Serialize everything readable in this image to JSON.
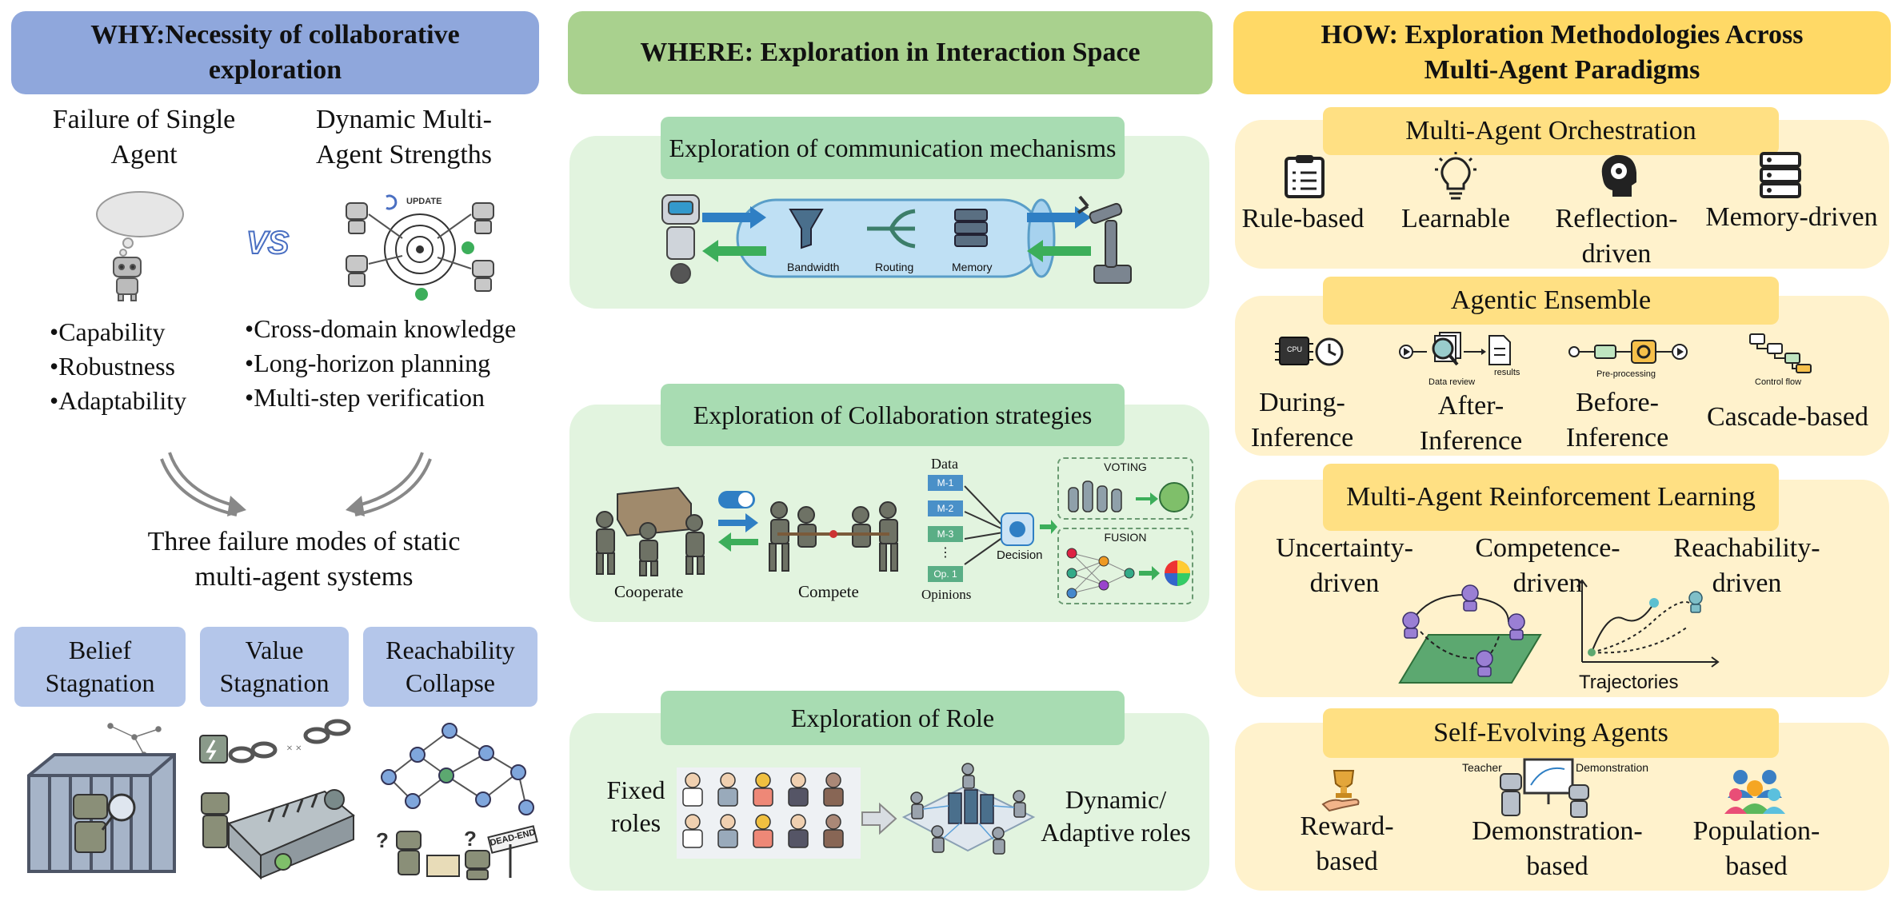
{
  "why": {
    "title": "WHY:Necessity of collaborative exploration",
    "single_agent": "Failure of Single Agent",
    "multi_agent": "Dynamic Multi-Agent Strengths",
    "vs": "VS",
    "update": "UPDATE",
    "single_bullets": [
      "•Capability",
      "•Robustness",
      "•Adaptability"
    ],
    "multi_bullets": [
      "•Cross-domain knowledge",
      "•Long-horizon planning",
      "•Multi-step verification"
    ],
    "failure_caption": "Three failure modes of static multi-agent systems",
    "modes": [
      "Belief Stagnation",
      "Value Stagnation",
      "Reachability Collapse"
    ],
    "dead_end": "DEAD-END"
  },
  "where": {
    "title": "WHERE: Exploration in Interaction Space",
    "comm_title": "Exploration of communication mechanisms",
    "comm_labels": [
      "Bandwidth",
      "Routing",
      "Memory"
    ],
    "collab_title": "Exploration of Collaboration strategies",
    "cooperate": "Cooperate",
    "compete": "Compete",
    "data_label": "Data",
    "models": [
      "M-1",
      "M-2",
      "M-3",
      "Op. 1"
    ],
    "opinions": "Opinions",
    "decision": "Decision",
    "voting": "VOTING",
    "fusion": "FUSION",
    "role_title": "Exploration of Role",
    "fixed_roles": "Fixed roles",
    "dynamic_roles": "Dynamic/ Adaptive roles"
  },
  "how": {
    "title": "HOW: Exploration Methodologies Across Multi-Agent Paradigms",
    "orchestration": {
      "title": "Multi-Agent Orchestration",
      "items": [
        "Rule-based",
        "Learnable",
        "Reflection-driven",
        "Memory-driven"
      ]
    },
    "ensemble": {
      "title": "Agentic Ensemble",
      "items": [
        "During-Inference",
        "After-Inference",
        "Before-Inference",
        "Cascade-based"
      ],
      "small": [
        "CPU",
        "Data review",
        "results",
        "Pre-processing",
        "Control flow"
      ]
    },
    "marl": {
      "title": "Multi-Agent Reinforcement Learning",
      "items": [
        "Uncertainty-driven",
        "Competence-driven",
        "Reachability-driven"
      ],
      "trajectories": "Trajectories"
    },
    "self_evolving": {
      "title": "Self-Evolving Agents",
      "items": [
        "Reward-based",
        "Demonstration-based",
        "Population-based"
      ],
      "teacher": "Teacher",
      "demonstration": "Demonstration"
    }
  },
  "colors": {
    "why_banner": "#8fa7dc",
    "why_tag": "#b4c6ea",
    "where_banner": "#a9d18e",
    "where_panel": "#e2f4df",
    "where_tag": "#a8dcb2",
    "how_banner": "#ffd966",
    "how_panel": "#fff2cc",
    "how_tag": "#ffe083"
  }
}
